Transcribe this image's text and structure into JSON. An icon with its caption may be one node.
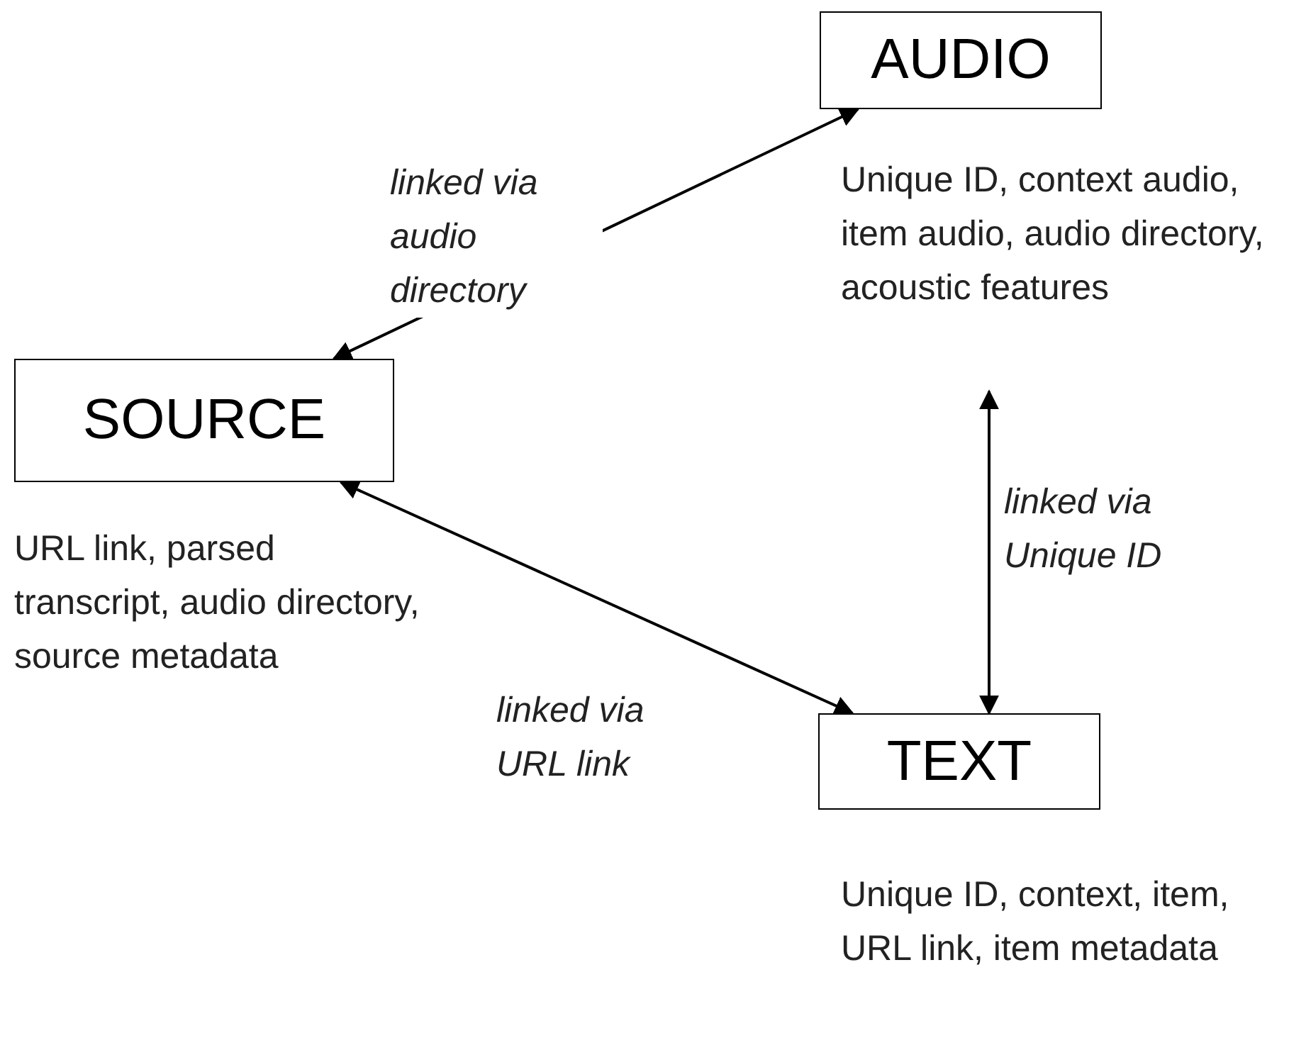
{
  "diagram": {
    "nodes": [
      {
        "text": [
          "SOURCE"
        ],
        "beside": [
          "URL link, parsed transcript, audio directory, source metadata"
        ]
      },
      {
        "text": [
          "AUDIO"
        ],
        "beside": [
          "Unique ID, context audio, item audio, audio directory, acoustic features"
        ]
      },
      {
        "text": [
          "TEXT"
        ],
        "beside": [
          "Unique ID, context, item, URL link, item metadata"
        ]
      }
    ],
    "edges": [
      {
        "from": 0,
        "to": 1,
        "arrow": "both",
        "label": "linked via audio directory"
      },
      {
        "from": 1,
        "to": 2,
        "arrow": "both",
        "label": "linked via Unique ID"
      },
      {
        "from": 0,
        "to": 2,
        "arrow": "both",
        "label": "linked via URL link"
      }
    ]
  }
}
